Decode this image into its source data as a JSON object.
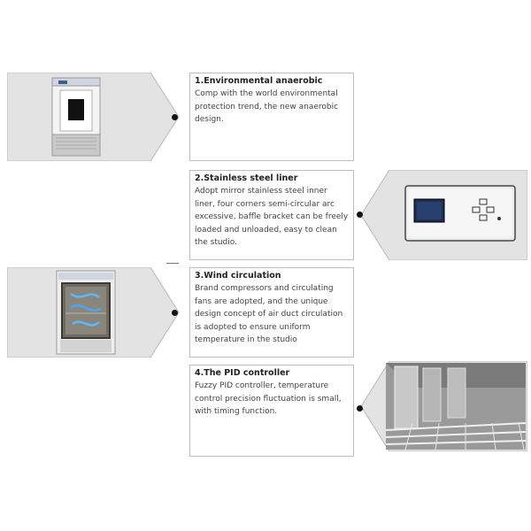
{
  "sections": [
    {
      "title": "1.Environmental anaerobic",
      "body": "Comp with the world environmental protection trend, the new anaerobic design.",
      "image": "incubator-front-view"
    },
    {
      "title": "2.Stainless steel liner",
      "body": "Adopt mirror stainless steel inner liner, four corners semi-circular arc excessive, baffle bracket can be freely loaded and unloaded, easy to clean the studio.",
      "image": "control-panel-display"
    },
    {
      "title": "3.Wind circulation",
      "body": "Brand compressors and circulating fans are adopted, and the unique design concept of air duct circulation is adopted to ensure uniform temperature in the studio",
      "image": "open-chamber-airflow"
    },
    {
      "title": "4.The PID controller",
      "body": "Fuzzy PID controller, temperature control precision fluctuation is small, with timing function.",
      "image": "steel-wire-shelves"
    }
  ],
  "colors": {
    "banner": "#e3e3e3",
    "banner_border": "#b8b8b8",
    "box_border": "#bdbdbd",
    "dot": "#111111"
  }
}
